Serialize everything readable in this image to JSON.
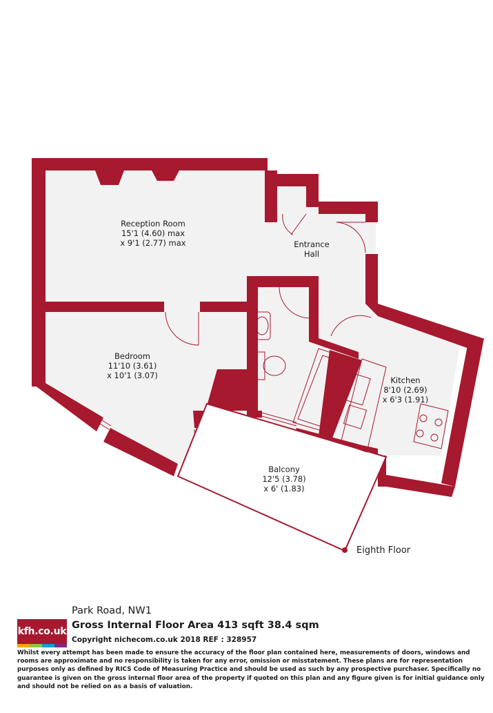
{
  "colors": {
    "wall": "#a6192e",
    "floor": "#f2f2f2",
    "line": "#a6192e"
  },
  "rooms": {
    "reception": {
      "name": "Reception Room",
      "dim1": "15'1 (4.60) max",
      "dim2": "x 9'1 (2.77) max"
    },
    "hall": {
      "name": "Entrance",
      "name2": "Hall"
    },
    "bedroom": {
      "name": "Bedroom",
      "dim1": "11'10 (3.61)",
      "dim2": "x 10'1 (3.07)"
    },
    "kitchen": {
      "name": "Kitchen",
      "dim1": "8'10 (2.69)",
      "dim2": "x 6'3 (1.91)"
    },
    "balcony": {
      "name": "Balcony",
      "dim1": "12'5 (3.78)",
      "dim2": "x 6' (1.83)"
    }
  },
  "floor_label": "Eighth Floor",
  "logo": {
    "text": "kfh.co.uk",
    "stripe_colors": [
      "#f7a800",
      "#8dc63f",
      "#00a4d3",
      "#7b2d83"
    ]
  },
  "footer": {
    "address": "Park Road, NW1",
    "area": "Gross Internal Floor Area 413 sqft 38.4 sqm",
    "copyright": "Copyright nichecom.co.uk 2018 REF : 328957",
    "disclaimer": "Whilst every attempt has been made to ensure the accuracy of the floor plan contained here, measurements of doors, windows and rooms are approximate and no responsibility is taken for any error, omission or misstatement.  These plans are for representation purposes only as defined by RICS Code of Measuring Practice and should be used as such by any prospective purchaser.  Specifically no guarantee is given on the gross internal floor area of the property if quoted on this plan and any figure given is for initial guidance only and should not be relied on as a basis of valuation."
  }
}
